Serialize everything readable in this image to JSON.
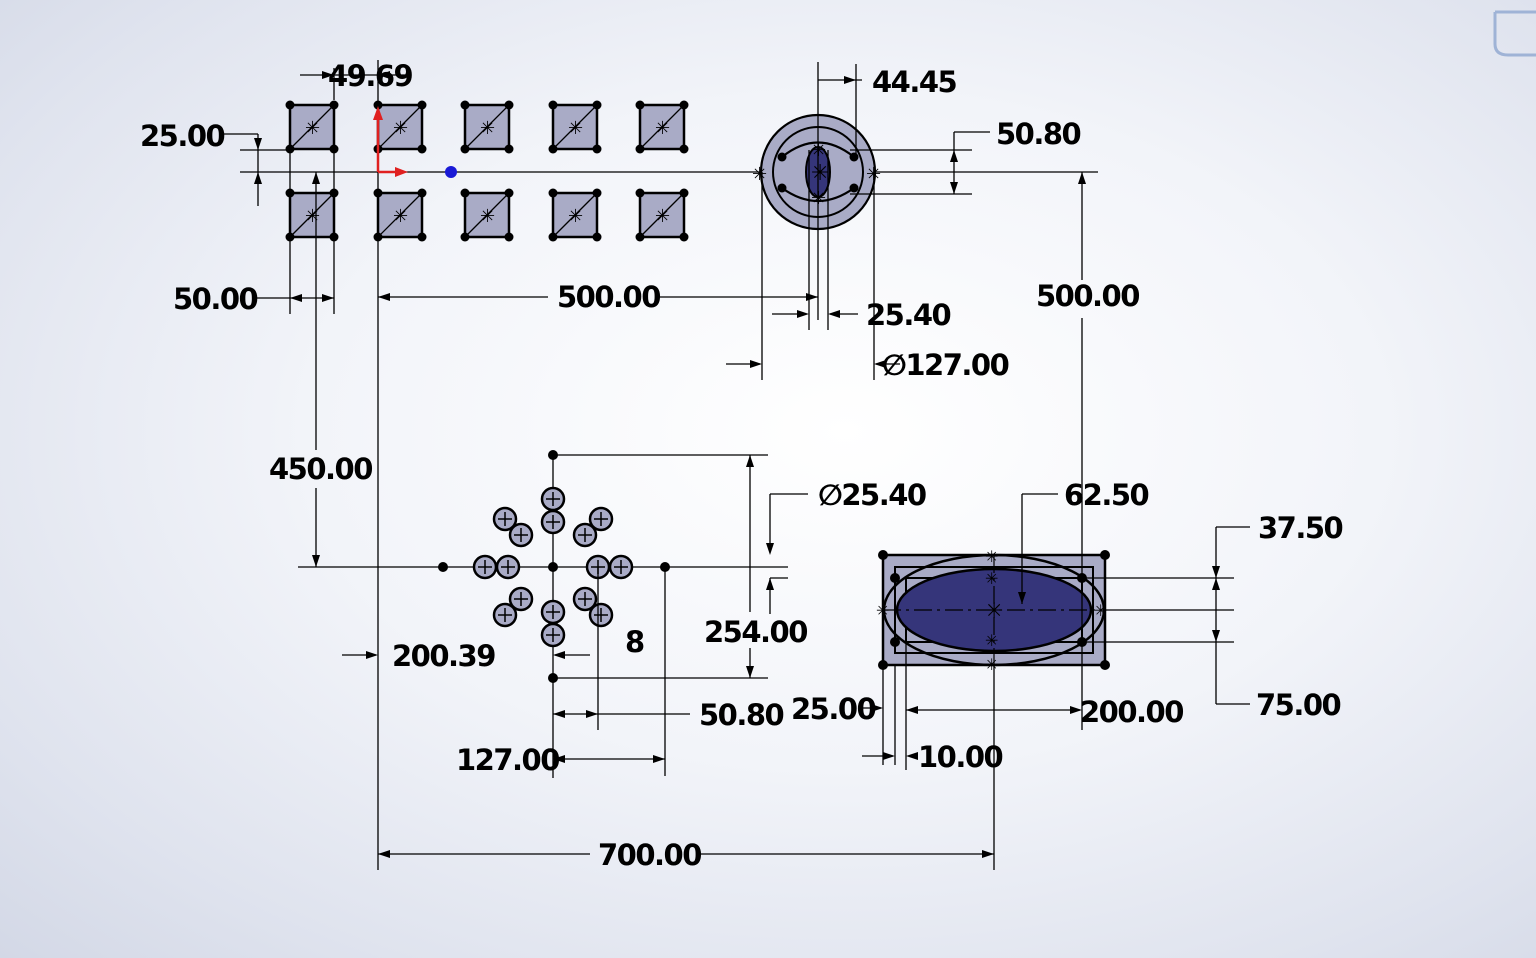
{
  "dimensions": {
    "d_49_69": "49.69",
    "d_25_00_top": "25.00",
    "d_50_00": "50.00",
    "d_500_00_h": "500.00",
    "d_44_45": "44.45",
    "d_50_80_top": "50.80",
    "d_500_00_v": "500.00",
    "d_25_40": "25.40",
    "d_dia_127": "∅127.00",
    "d_450_00": "450.00",
    "d_dia_25_40": "∅25.40",
    "d_62_50": "62.50",
    "d_37_50": "37.50",
    "d_254_00": "254.00",
    "d_200_39": "200.39",
    "d_count_8": "8",
    "d_50_80_bottom": "50.80",
    "d_25_00_bottom": "25.00",
    "d_200_00": "200.00",
    "d_75_00": "75.00",
    "d_127_00": "127.00",
    "d_10_00": "10.00",
    "d_700_00": "700.00"
  },
  "colors": {
    "background_center": "#ffffff",
    "background_edge": "#d3d8e6",
    "shaded_region": "#a9abc6",
    "dark_region": "#35357a",
    "origin_x_axis": "#e02020",
    "origin_y_axis": "#e02020",
    "origin_point": "#1a1ad6"
  },
  "icons": {
    "corner_widget": "view-orientation-icon",
    "origin": "sketch-origin-icon"
  }
}
